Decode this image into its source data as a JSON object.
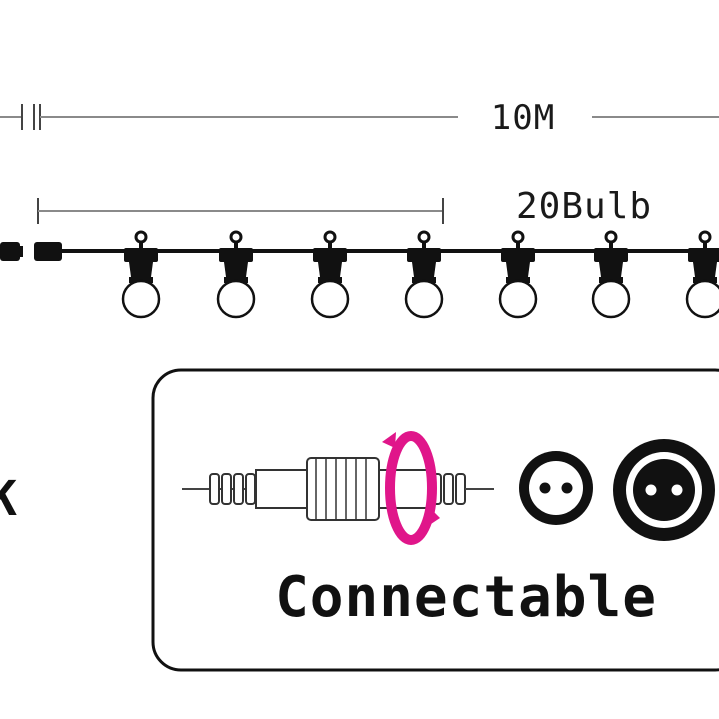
{
  "labels": {
    "length": "10M",
    "bulb_count": "20Bulb",
    "left_fragment": "K",
    "connectable": "Connectable"
  },
  "colors": {
    "line": "#1a1a1a",
    "dimension_line": "#8a8a8a",
    "accent": "#e0168a",
    "background": "#ffffff"
  },
  "icons": {
    "bulb": "festoon-bulb-icon",
    "connector": "waterproof-connector-icon",
    "rotate": "rotate-arrow-icon",
    "socket_small": "two-pin-socket-icon",
    "socket_large": "two-pin-plug-icon"
  }
}
